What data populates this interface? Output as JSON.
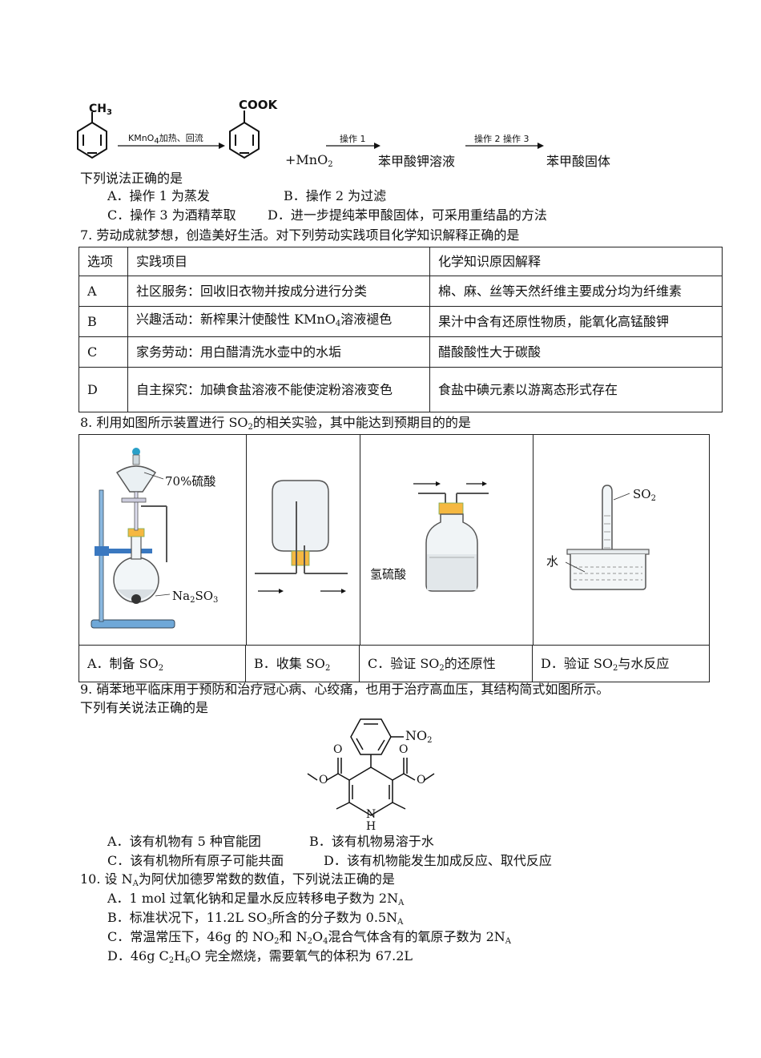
{
  "reaction": {
    "reagent1": "KMnO",
    "reagent1_sub": "4",
    "reagent1_rest": "加热、回流",
    "ch3": "CH",
    "ch3_sub": "3",
    "cook": "COOK",
    "mno2_prefix": "+MnO",
    "mno2_sub": "2",
    "op1": "操作 1",
    "product1": "苯甲酸钾溶液",
    "op23": "操作 2 操作 3",
    "product2": "苯甲酸固体"
  },
  "q6": {
    "stem": "下列说法正确的是",
    "options": [
      "A．操作 1 为蒸发",
      "B．操作 2 为过滤",
      "C．操作 3 为酒精萃取",
      "D．进一步提纯苯甲酸固体，可采用重结晶的方法"
    ]
  },
  "q7": {
    "stem": "7. 劳动成就梦想，创造美好生活。对下列劳动实践项目化学知识解释正确的是",
    "headers": [
      "选项",
      "实践项目",
      "化学知识原因解释"
    ],
    "rows": [
      {
        "opt": "A",
        "project": "社区服务：回收旧衣物并按成分进行分类",
        "reason": "棉、麻、丝等天然纤维主要成分均为纤维素"
      },
      {
        "opt": "B",
        "project_a": "兴趣活动：新榨果汁使酸性 KMnO",
        "project_sub": "4",
        "project_b": "溶液褪色",
        "reason": "果汁中含有还原性物质，能氧化高锰酸钾"
      },
      {
        "opt": "C",
        "project": "家务劳动：用白醋清洗水壶中的水垢",
        "reason": "醋酸酸性大于碳酸"
      },
      {
        "opt": "D",
        "project": "自主探究：加碘食盐溶液不能使淀粉溶液变色",
        "reason": "食盐中碘元素以游离态形式存在"
      }
    ]
  },
  "q8": {
    "stem_a": "8. 利用如图所示装置进行 SO",
    "stem_sub": "2",
    "stem_b": "的相关实验，其中能达到预期目的的是",
    "label_acid": "70%硫酸",
    "label_na2so3_a": "Na",
    "label_na2so3_sub1": "2",
    "label_na2so3_b": "SO",
    "label_na2so3_sub2": "3",
    "label_h2s": "氢硫酸",
    "label_so2": "SO",
    "label_so2_sub": "2",
    "label_water": "水",
    "captions": [
      {
        "a": "A．制备 SO",
        "sub": "2",
        "b": ""
      },
      {
        "a": "B．收集 SO",
        "sub": "2",
        "b": ""
      },
      {
        "a": "C．验证 SO",
        "sub": "2",
        "b": "的还原性"
      },
      {
        "a": "D．验证 SO",
        "sub": "2",
        "b": "与水反应"
      }
    ]
  },
  "q9": {
    "stem1": "9. 硝苯地平临床用于预防和治疗冠心病、心绞痛，也用于治疗高血压，其结构简式如图所示。",
    "stem2": "下列有关说法正确的是",
    "no2": "NO",
    "no2_sub": "2",
    "o1": "O",
    "o2": "O",
    "o3": "O",
    "o4": "O",
    "n": "N",
    "h": "H",
    "options": [
      "A．该有机物有 5 种官能团",
      "B．该有机物易溶于水",
      "C．该有机物所有原子可能共面",
      "D．该有机物能发生加成反应、取代反应"
    ]
  },
  "q10": {
    "stem_a": "10. 设 N",
    "stem_sub": "A",
    "stem_b": "为阿伏加德罗常数的数值，下列说法正确的是",
    "optA_a": "A．1 mol 过氧化钠和足量水反应转移电子数为 2N",
    "optA_sub": "A",
    "optB_a": "B．标准状况下，11.2L SO",
    "optB_sub1": "3",
    "optB_b": "所含的分子数为 0.5N",
    "optB_sub2": "A",
    "optC_a": "C．常温常压下，46g 的 NO",
    "optC_sub1": "2",
    "optC_b": "和 N",
    "optC_sub2": "2",
    "optC_c": "O",
    "optC_sub3": "4",
    "optC_d": "混合气体含有的氧原子数为 2N",
    "optC_sub4": "A",
    "optD_a": "D．46g C",
    "optD_sub1": "2",
    "optD_b": "H",
    "optD_sub2": "6",
    "optD_c": "O 完全燃烧，需要氧气的体积为 67.2L"
  }
}
